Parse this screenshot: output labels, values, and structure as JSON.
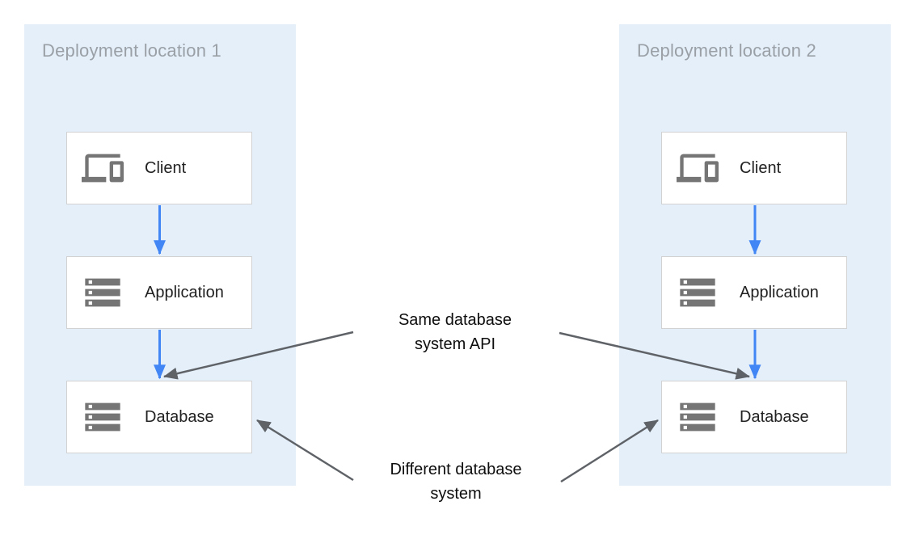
{
  "panels": [
    {
      "title": "Deployment location 1",
      "nodes": [
        {
          "label": "Client",
          "icon": "devices-icon"
        },
        {
          "label": "Application",
          "icon": "storage-icon"
        },
        {
          "label": "Database",
          "icon": "storage-icon"
        }
      ]
    },
    {
      "title": "Deployment location 2",
      "nodes": [
        {
          "label": "Client",
          "icon": "devices-icon"
        },
        {
          "label": "Application",
          "icon": "storage-icon"
        },
        {
          "label": "Database",
          "icon": "storage-icon"
        }
      ]
    }
  ],
  "annotations": {
    "same_api": "Same database system API",
    "different_system": "Different database system"
  },
  "colors": {
    "panel_background": "#E4EFFA",
    "panel_title_text": "#9AA0A6",
    "node_border": "#D2D2D2",
    "node_background": "#FFFFFF",
    "node_label_text": "#212121",
    "icon_gray": "#757575",
    "flow_arrow_blue": "#4285F4",
    "annotation_arrow_gray": "#5F6368",
    "annotation_text": "#0D0D0D"
  }
}
